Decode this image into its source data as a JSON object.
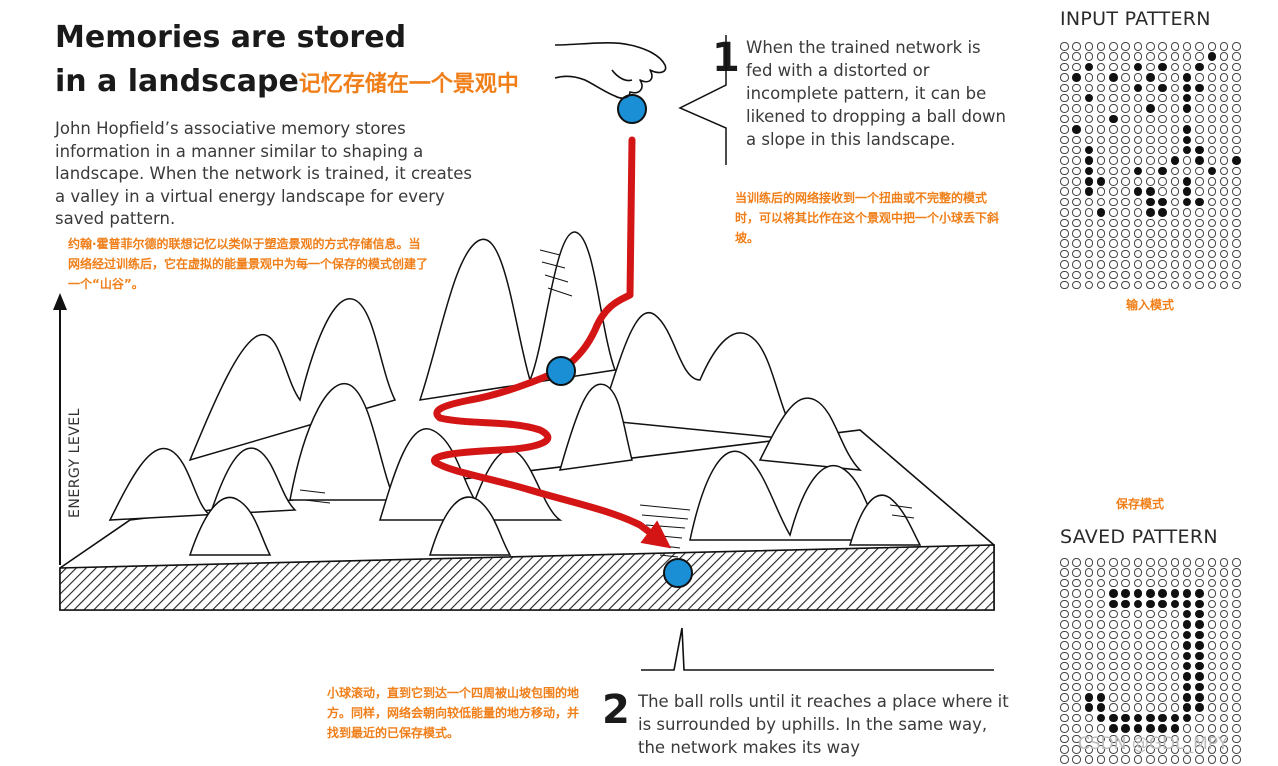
{
  "title": {
    "line1": "Memories are stored",
    "line2": "in a landscape",
    "line2_cn": "记忆存储在一个景观中"
  },
  "intro": "John Hopfield’s associative memory stores information in a manner similar to shaping a landscape. When the network is trained, it creates a valley in a virtual energy landscape for every saved pattern.",
  "intro_cn": "约翰·霍普菲尔德的联想记忆以类似于塑造景观的方式存储信息。当网络经过训练后，它在虚拟的能量景观中为每一个保存的模式创建了一个“山谷”。",
  "step1": {
    "number": "1",
    "text": "When the trained network is fed with a distorted or incomplete pattern, it can be likened to dropping a ball down a slope in this landscape.",
    "cn": "当训练后的网络接收到一个扭曲或不完整的模式时，可以将其比作在这个景观中把一个小球丢下斜坡。"
  },
  "step2": {
    "number": "2",
    "text": "The ball rolls until it reaches a place where it is surrounded by uphills. In the same way, the network makes its way",
    "cn": "小球滚动，直到它到达一个四周被山坡包围的地方。同样，网络会朝向较低能量的地方移动，并找到最近的已保存模式。"
  },
  "axis_label": "ENERGY LEVEL",
  "input_pattern": {
    "title": "INPUT PATTERN",
    "cn": "输入模式",
    "rows": [
      "000000000000000",
      "000000000000100",
      "001000101001000",
      "010010010010000",
      "000000101011000",
      "001000000010000",
      "000000010010000",
      "000010000000000",
      "010000000010000",
      "000000000010000",
      "001000000011000",
      "001000000101001",
      "001000101000100",
      "001100000010000",
      "001000110010000",
      "000000011011000",
      "000100011000000",
      "000000000000000",
      "000000000000000",
      "000000000000000",
      "000000000000000",
      "000000000000000",
      "000000000000000",
      "000000000000000"
    ]
  },
  "saved_pattern": {
    "title": "SAVED PATTERN",
    "cn": "保存模式",
    "rows": [
      "000000000000000",
      "000000000000000",
      "000000000000000",
      "000011111111000",
      "000011111111000",
      "000000000011000",
      "000000000011000",
      "000000000011000",
      "000000000011000",
      "000000000011000",
      "000000000011000",
      "000000000011000",
      "000000000011000",
      "001100000011000",
      "001100000011000",
      "000111111110000",
      "000011111100000",
      "000000000000000",
      "000000000000000",
      "000000000000000"
    ]
  },
  "watermark": "CSDN @GDL_MPY",
  "colors": {
    "accent_cn": "#f07f19",
    "path": "#d31515",
    "ball": "#1a8fd6"
  }
}
